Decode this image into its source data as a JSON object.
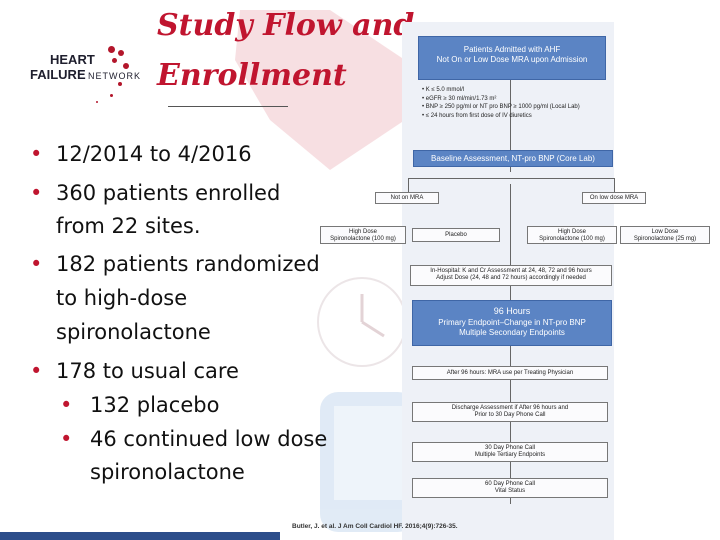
{
  "logo": {
    "line1": "HEART",
    "line2": "FAILURE",
    "line3": "NETWORK"
  },
  "title": {
    "line1": "Study Flow and",
    "line2": "Enrollment"
  },
  "bullets": [
    {
      "lines": [
        "12/2014 to 4/2016"
      ]
    },
    {
      "lines": [
        "360 patients enrolled",
        "from 22 sites."
      ]
    },
    {
      "lines": [
        "182 patients randomized",
        "to high-dose",
        "spironolactone"
      ]
    },
    {
      "lines": [
        "178 to usual care"
      ]
    }
  ],
  "sub_bullets": [
    {
      "lines": [
        "132 placebo"
      ]
    },
    {
      "lines": [
        "46 continued low dose",
        "spironolactone"
      ]
    }
  ],
  "flow": {
    "admit": [
      "Patients Admitted with AHF",
      "Not On or Low Dose MRA upon Admission"
    ],
    "criteria": [
      "• K ≤ 5.0 mmol/l",
      "• eGFR ≥ 30 ml/min/1.73 m²",
      "• BNP ≥ 250 pg/ml or NT pro BNP ≥ 1000 pg/ml (Local Lab)",
      "• ≤ 24 hours from first dose of IV diuretics"
    ],
    "baseline": "Baseline Assessment, NT-pro BNP (Core Lab)",
    "not_on_mra": "Not on MRA",
    "on_low_dose": "On low dose MRA",
    "high_dose_left": [
      "High Dose",
      "Spironolactone (100 mg)"
    ],
    "placebo": "Placebo",
    "high_dose_right": [
      "High Dose",
      "Spironolactone (100 mg)"
    ],
    "low_dose": [
      "Low Dose",
      "Spironolactone (25 mg)"
    ],
    "inhospital": [
      "In-Hospital: K and Cr Assessment at 24, 48, 72 and 96 hours",
      "Adjust Dose (24, 48 and 72 hours) accordingly if needed"
    ],
    "hours96": "96 Hours",
    "primary": [
      "Primary Endpoint–Change in NT-pro BNP",
      "Multiple Secondary Endpoints"
    ],
    "after96": "After 96 hours: MRA use per Treating Physician",
    "discharge": [
      "Discharge Assessment if After 96 hours and",
      "Prior to 30 Day Phone Call"
    ],
    "day30": [
      "30 Day Phone Call",
      "Multiple Tertiary Endpoints"
    ],
    "day60": [
      "60 Day Phone Call",
      "Vital Status"
    ]
  },
  "citation": "Butler, J. et al. J Am Coll Cardiol HF. 2016;4(9):726-35.",
  "colors": {
    "title_red": "#c0152f",
    "flow_blue": "#5b84c4",
    "footer_blue": "#2c4d8a"
  }
}
